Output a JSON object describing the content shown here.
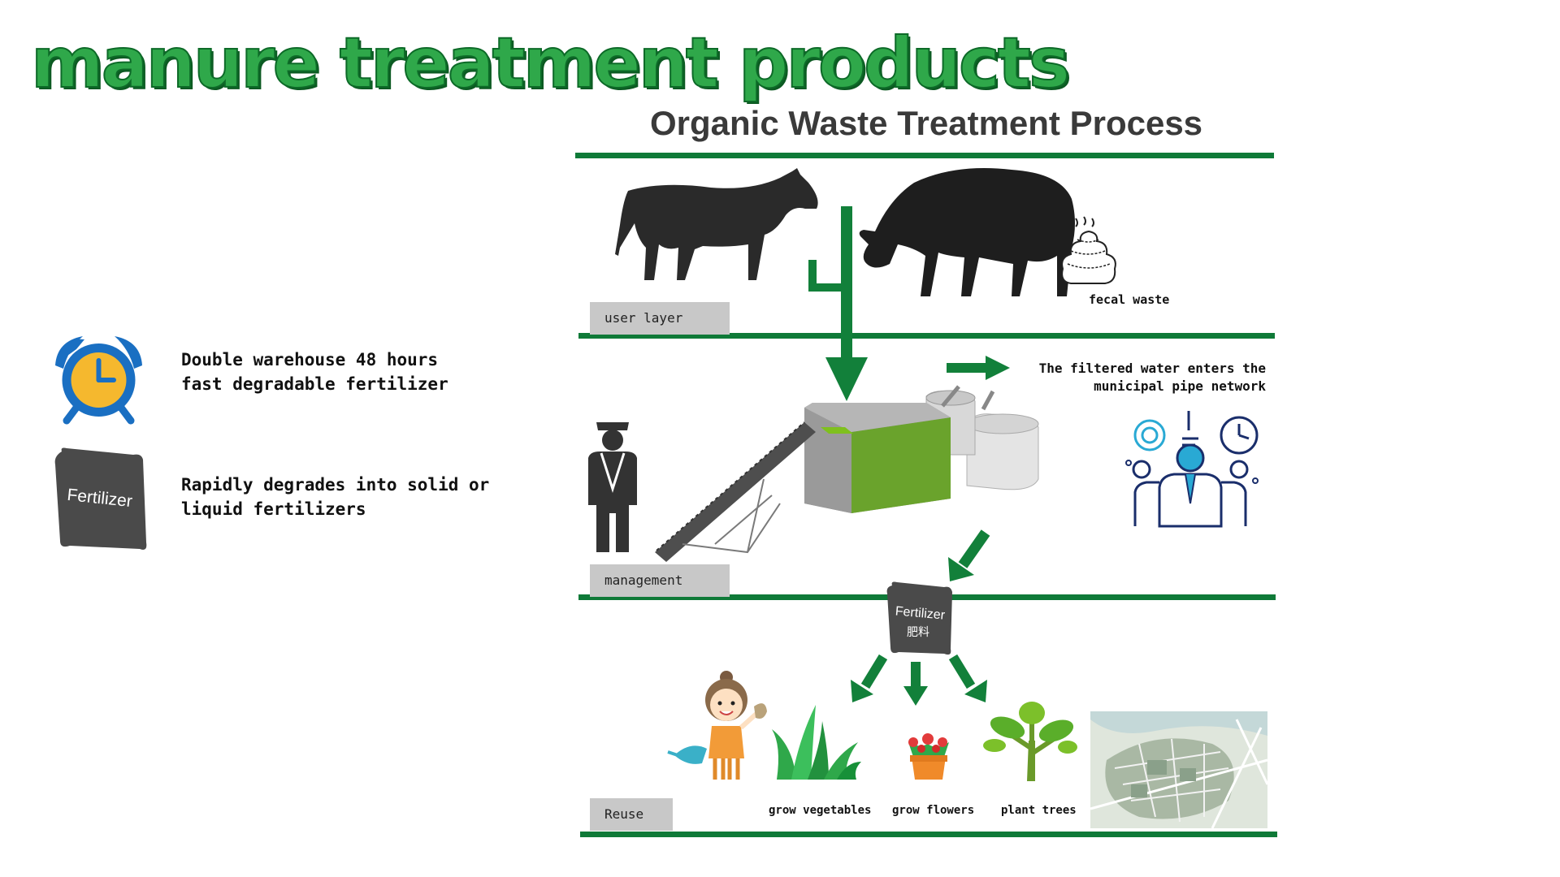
{
  "header": {
    "title": "manure treatment products",
    "subtitle": "Organic Waste Treatment Process"
  },
  "features": [
    {
      "icon": "alarm-clock-icon",
      "line1": "Double warehouse 48 hours",
      "line2": "fast degradable fertilizer"
    },
    {
      "icon": "fertilizer-bag-icon",
      "icon_text": "Fertilizer",
      "line1": "Rapidly degrades into solid or",
      "line2": "liquid fertilizers"
    }
  ],
  "layers": {
    "user": "user layer",
    "management": "management",
    "reuse": "Reuse"
  },
  "labels": {
    "fecal_waste": "fecal waste",
    "filtered_water_line1": "The filtered water enters the",
    "filtered_water_line2": "municipal pipe network",
    "fertilizer_bag_en": "Fertilizer",
    "fertilizer_bag_cn": "肥料",
    "grow_vegetables": "grow vegetables",
    "grow_flowers": "grow flowers",
    "plant_trees": "plant trees"
  },
  "colors": {
    "title_green": "#2fa84a",
    "line_green": "#0f7a38",
    "arrow_green": "#12803a",
    "machine_green": "#6aa32c",
    "alarm_blue": "#1a6fc2",
    "alarm_yellow": "#f5b82e",
    "bag_gray": "#4a4a4a",
    "label_gray": "#c8c8c8"
  }
}
